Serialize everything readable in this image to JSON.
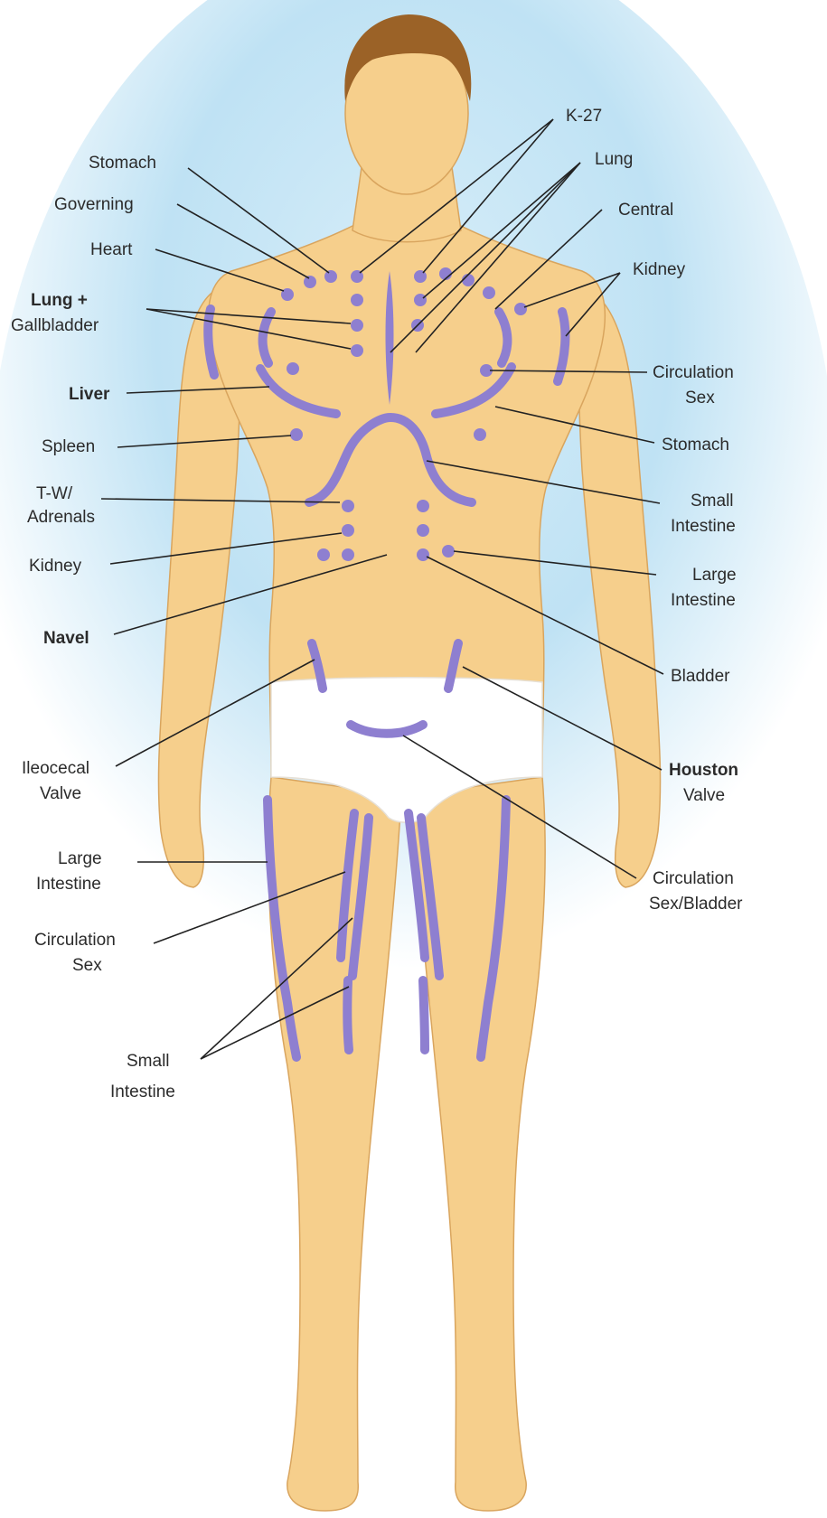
{
  "labels": {
    "stomach_top": "Stomach",
    "k27": "K-27",
    "governing": "Governing",
    "lung_top": "Lung",
    "heart": "Heart",
    "central": "Central",
    "kidney_right": "Kidney",
    "lung_gb_1": "Lung +",
    "lung_gb_2": "Gallbladder",
    "liver": "Liver",
    "circ_sex_r_1": "Circulation",
    "circ_sex_r_2": "Sex",
    "spleen": "Spleen",
    "stomach_right": "Stomach",
    "tw_1": "T-W/",
    "tw_2": "Adrenals",
    "small_int_r_1": "Small",
    "small_int_r_2": "Intestine",
    "kidney_left": "Kidney",
    "large_int_r_1": "Large",
    "large_int_r_2": "Intestine",
    "navel": "Navel",
    "bladder": "Bladder",
    "ileocecal_1": "Ileocecal",
    "ileocecal_2": "Valve",
    "houston_1": "Houston",
    "houston_2": "Valve",
    "large_int_l_1": "Large",
    "large_int_l_2": "Intestine",
    "circ_bladder_1": "Circulation",
    "circ_bladder_2": "Sex/Bladder",
    "circ_sex_l_1": "Circulation",
    "circ_sex_l_2": "Sex",
    "small_int_l_1": "Small",
    "small_int_l_2": "Intestine"
  },
  "colors": {
    "background_glow": "#cfe9f7",
    "skin": "#f6cf8c",
    "hair": "#9b6227",
    "meridian": "#8e7fd0",
    "underwear": "#ffffff",
    "leader": "#222222"
  }
}
